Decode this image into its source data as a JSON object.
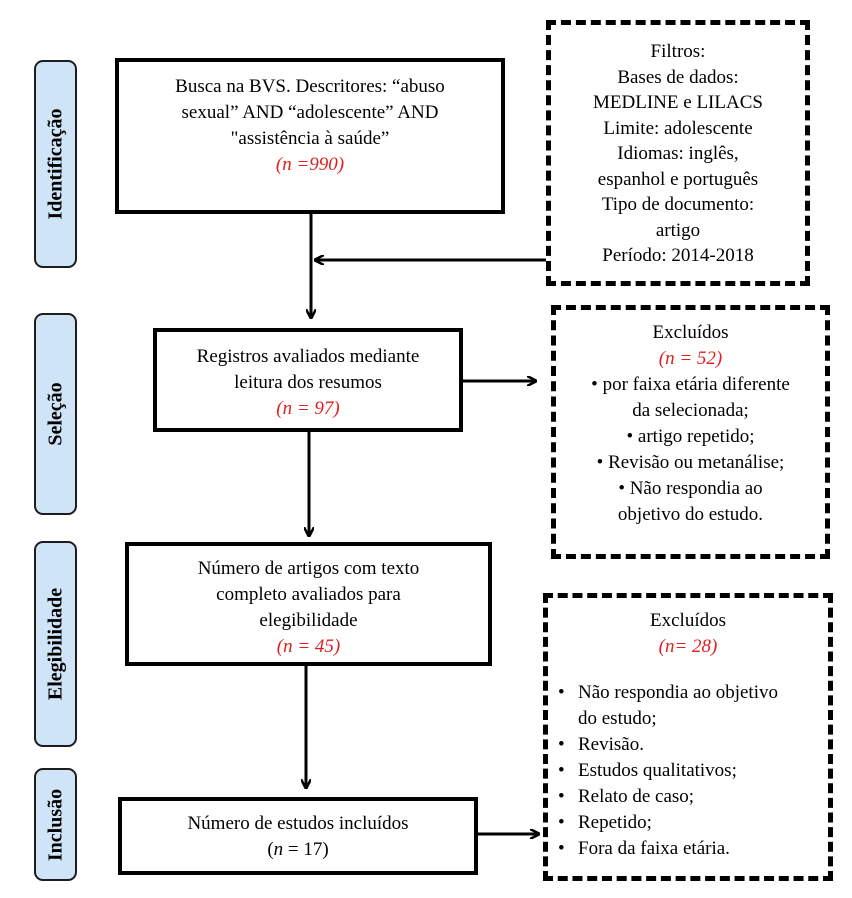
{
  "stages": {
    "identificacao": "Identificação",
    "selecao": "Seleção",
    "elegibilidade": "Elegibilidade",
    "inclusao": "Inclusão"
  },
  "box_busca": {
    "lines": [
      "Busca na BVS. Descritores: “abuso",
      "sexual” AND “adolescente” AND",
      "\"assistência à saúde”"
    ],
    "n": "(n =990)"
  },
  "box_filtros": {
    "lines": [
      "Filtros:",
      "Bases de dados:",
      "MEDLINE e LILACS",
      "Limite: adolescente",
      "Idiomas: inglês,",
      "espanhol e português",
      "Tipo de documento:",
      "artigo",
      "Período:  2014-2018"
    ]
  },
  "box_registros": {
    "lines": [
      "Registros avaliados mediante",
      "leitura dos resumos"
    ],
    "n": "(n = 97)"
  },
  "box_excluidos_1": {
    "title": "Excluídos",
    "n": "(n = 52)",
    "lines": [
      "• por faixa etária diferente",
      "da selecionada;",
      "• artigo repetido;",
      "• Revisão ou metanálise;",
      "• Não respondia ao",
      "objetivo do estudo."
    ]
  },
  "box_elegibilidade": {
    "lines": [
      "Número de artigos com texto",
      "completo avaliados para",
      "elegibilidade"
    ],
    "n": "(n = 45)"
  },
  "box_excluidos_2": {
    "title": "Excluídos",
    "n": "(n= 28)",
    "items": [
      "Não respondia ao objetivo",
      "do estudo;",
      "Revisão.",
      "Estudos qualitativos;",
      "Relato de caso;",
      "Repetido;",
      "Fora da faixa etária."
    ]
  },
  "box_incluidos": {
    "line": "Número de estudos incluídos",
    "n_open": "(",
    "n_var": "n",
    "n_rest": " = 17)"
  }
}
